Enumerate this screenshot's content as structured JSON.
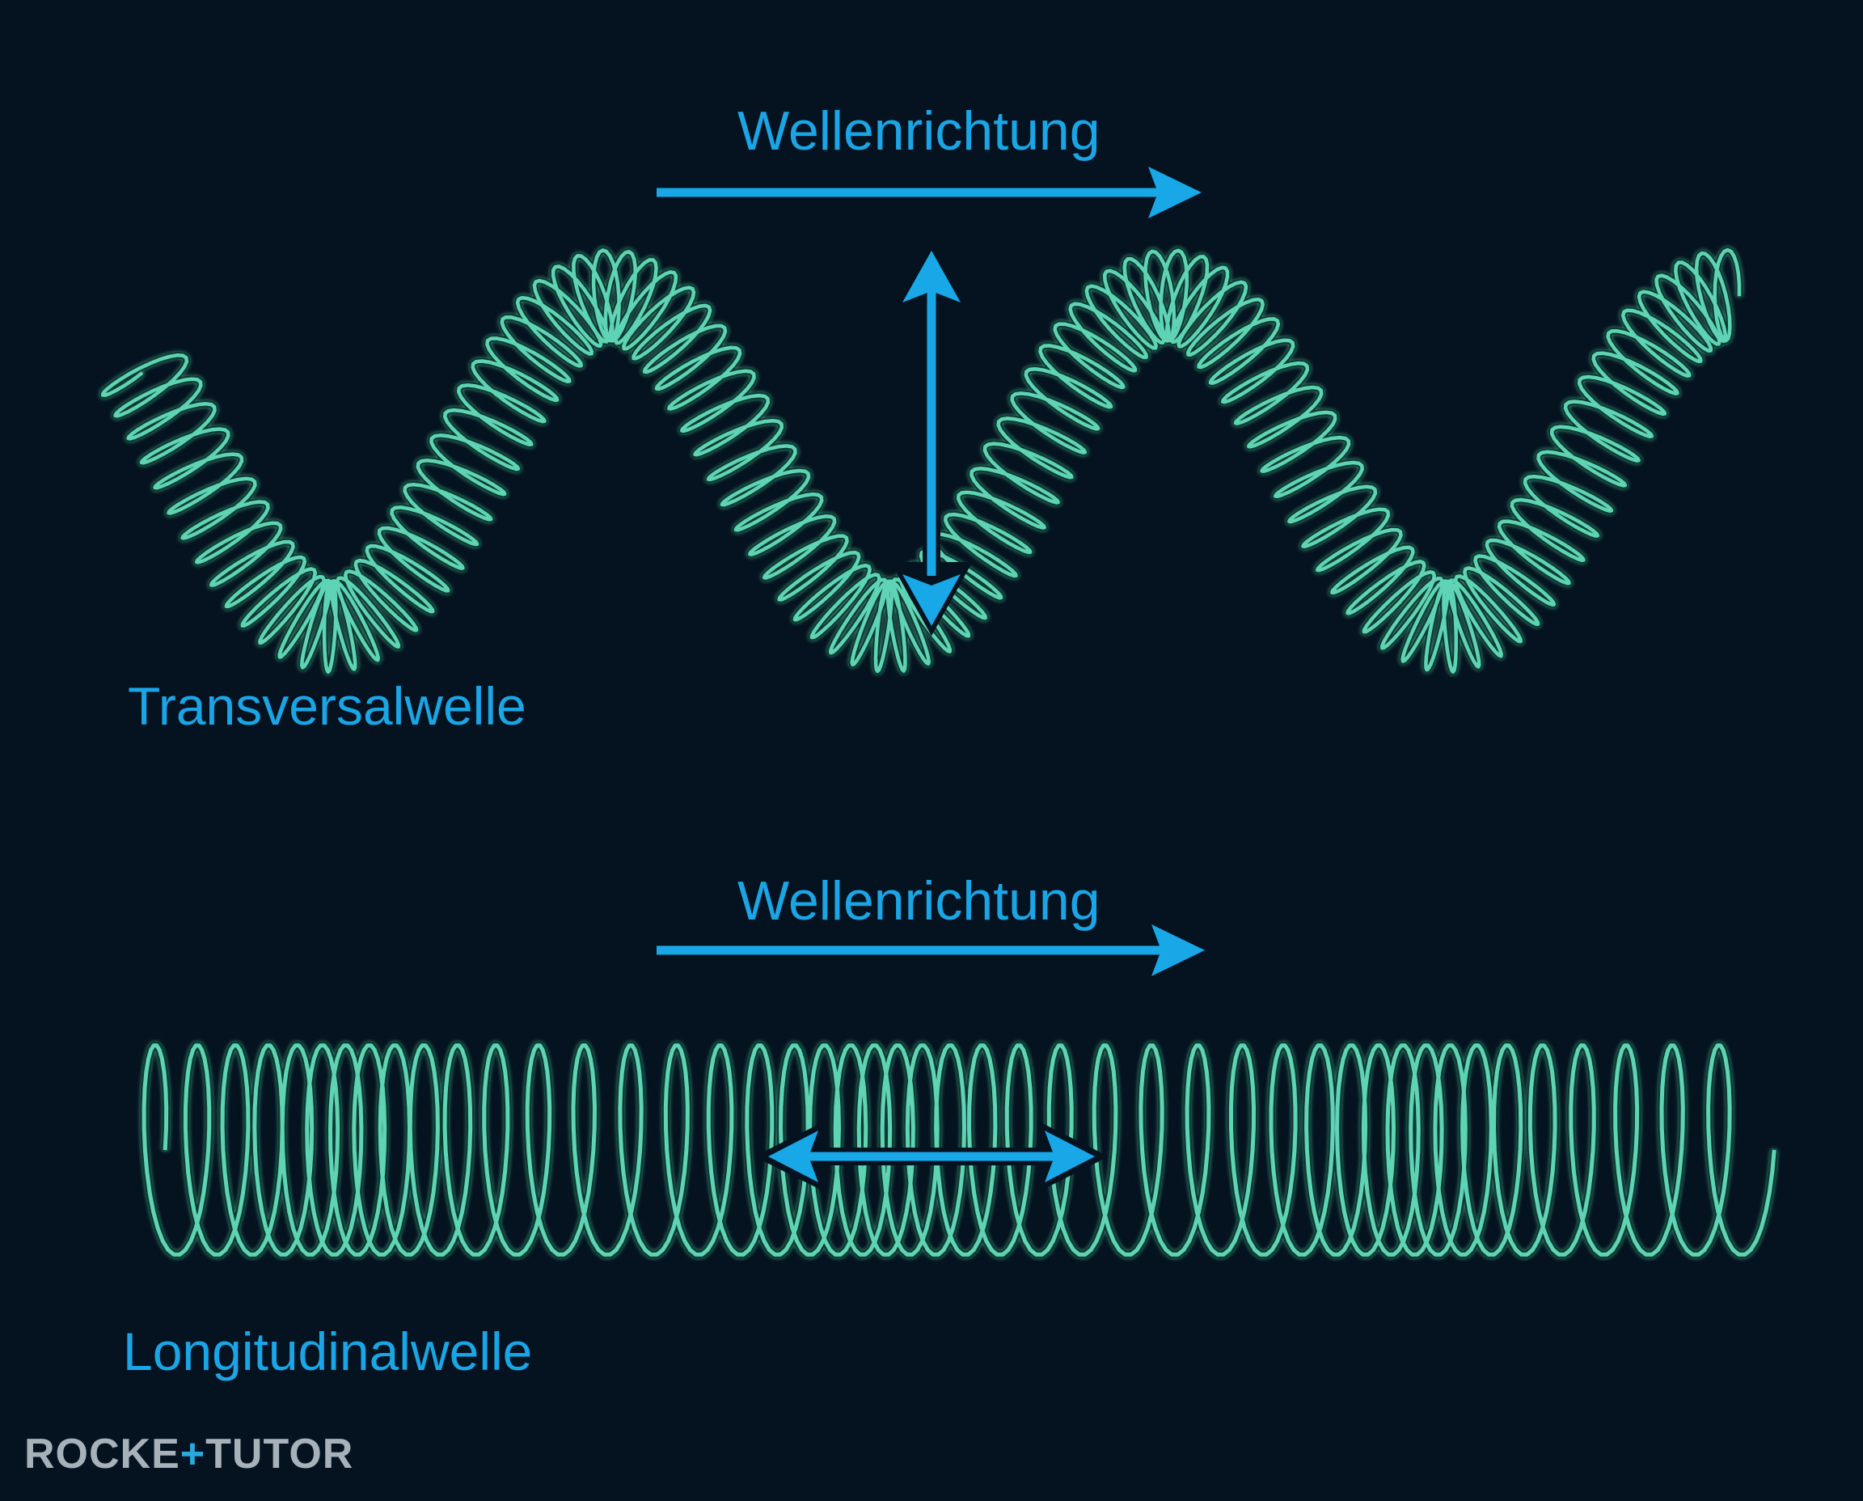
{
  "transverse": {
    "direction_label": "Wellenrichtung",
    "wave_label": "Transversalwelle"
  },
  "longitudinal": {
    "direction_label": "Wellenrichtung",
    "wave_label": "Longitudinalwelle"
  },
  "logo": {
    "part1": "ROCKE",
    "plus": "+",
    "part2": "TUTO",
    "part3": "R"
  },
  "colors": {
    "background": "#04131f",
    "spring": "#5fd4b4",
    "spring_glow": "#2a8f7a",
    "arrow": "#18a8e8",
    "label": "#1aa6e6",
    "logo": "#a7b1b9"
  },
  "icons": {
    "direction_arrow": "arrow-right-icon",
    "transverse_oscillation": "arrow-up-down-icon",
    "longitudinal_oscillation": "arrow-left-right-icon"
  }
}
